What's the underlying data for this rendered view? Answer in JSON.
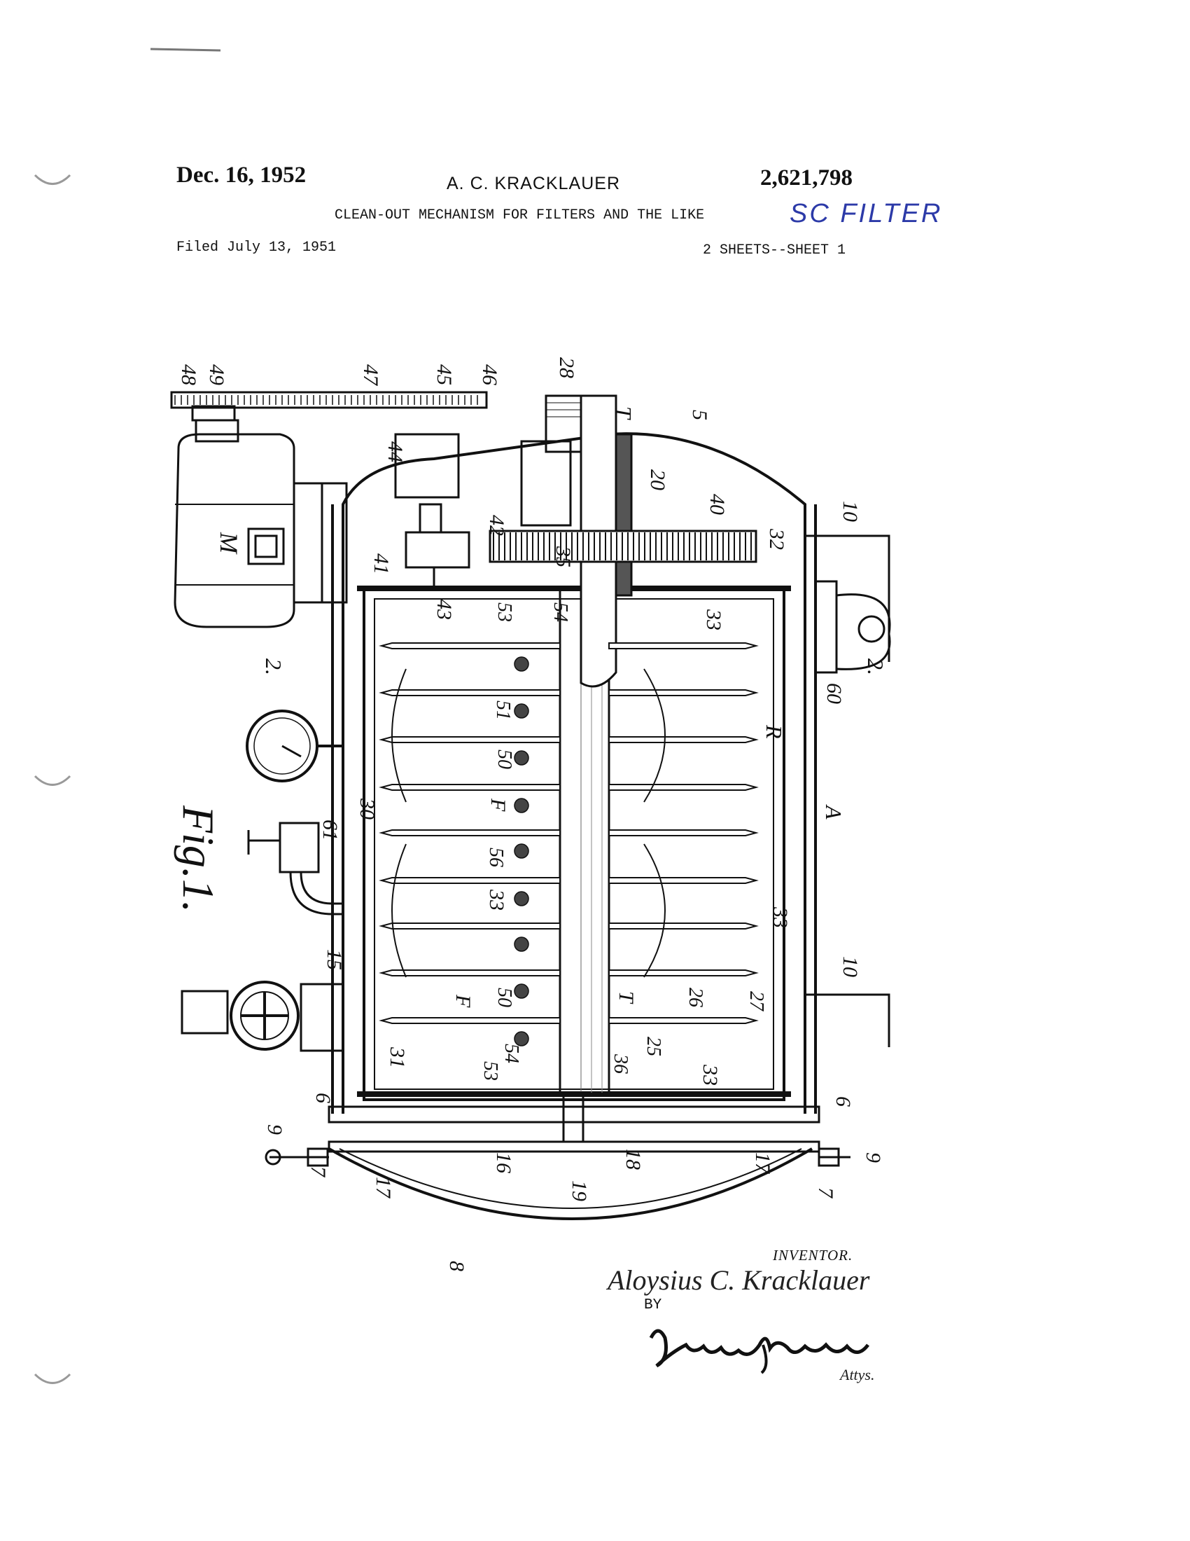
{
  "header": {
    "date": "Dec. 16, 1952",
    "inventor_short": "A. C. KRACKLAUER",
    "patent_number": "2,621,798",
    "title": "CLEAN-OUT MECHANISM FOR FILTERS AND THE LIKE",
    "handwritten_note": "SC FILTER",
    "filed": "Filed July 13, 1951",
    "sheets": "2 SHEETS--SHEET 1"
  },
  "figure": {
    "fig_label": "Fig.1.",
    "motor_label": "M",
    "reference_numerals": [
      "48",
      "49",
      "47",
      "45",
      "46",
      "28",
      "T",
      "5",
      "44",
      "20",
      "42",
      "40",
      "32",
      "10",
      "41",
      "35",
      "43",
      "53",
      "54",
      "33",
      "2.",
      "60",
      "R",
      "51",
      "50",
      "F",
      "A",
      "30",
      "56",
      "61",
      "15",
      "27",
      "26",
      "25",
      "36",
      "31",
      "6",
      "9",
      "7",
      "17",
      "16",
      "18",
      "19",
      "8"
    ]
  },
  "signature": {
    "inventor_label": "INVENTOR.",
    "inventor_name": "Aloysius C. Kracklauer",
    "by_label": "BY",
    "attorney_signature": "Banning & Banning",
    "attys_label": "Attys."
  }
}
